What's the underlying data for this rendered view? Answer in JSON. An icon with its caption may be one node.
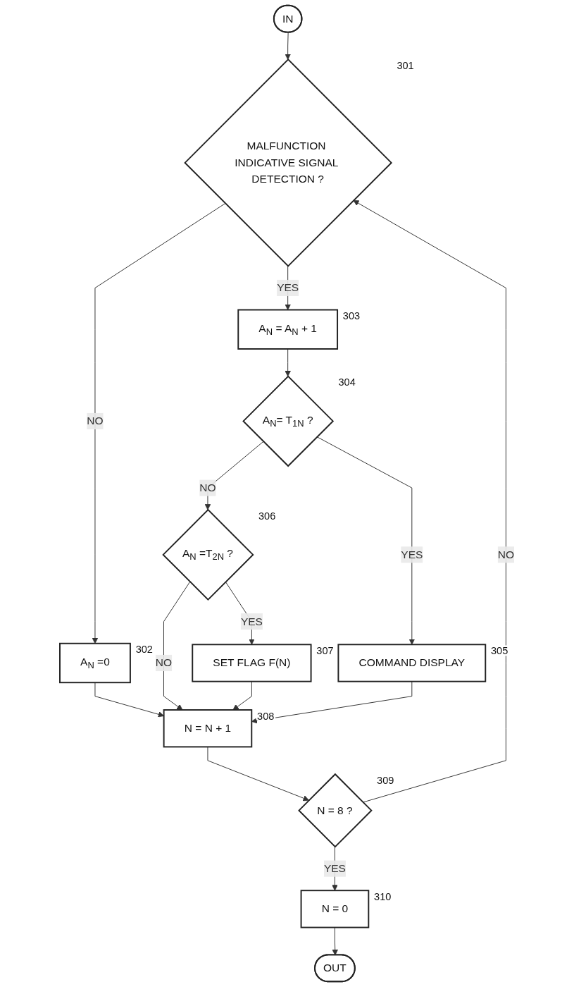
{
  "diagram": {
    "nodes": [
      {
        "text": [
          "IN"
        ]
      },
      {
        "text": [
          "MALFUNCTION INDICATIVE SIGNAL DETECTION ?"
        ],
        "beside": [
          "301"
        ]
      },
      {
        "text": [
          "A$_{N}$ =0"
        ],
        "beside": [
          "302"
        ]
      },
      {
        "text": [
          "A$_{N}$ = A$_{N}$ + 1"
        ],
        "beside": [
          "303"
        ]
      },
      {
        "text": [
          "A$_{N}$= T$_{1N}$ ?"
        ],
        "beside": [
          "304"
        ]
      },
      {
        "text": [
          "COMMAND DISPLAY"
        ],
        "beside": [
          "305"
        ]
      },
      {
        "text": [
          "A$_{N}$ =T$_{2N}$ ?"
        ],
        "beside": [
          "306"
        ]
      },
      {
        "text": [
          "SET FLAG F(N)"
        ],
        "beside": [
          "307"
        ]
      },
      {
        "text": [
          "N = N + 1"
        ],
        "beside": [
          "308"
        ]
      },
      {
        "text": [
          "N = 8 ?"
        ],
        "beside": [
          "309"
        ]
      },
      {
        "text": [
          "N = 0"
        ],
        "beside": [
          "310"
        ]
      },
      {
        "text": [
          "OUT"
        ]
      }
    ],
    "edges": [
      {
        "from": 0,
        "to": 1,
        "arrow": "to"
      },
      {
        "from": 1,
        "to": 2,
        "label": "NO",
        "arrow": "to"
      },
      {
        "from": 1,
        "to": 3,
        "label": "YES",
        "arrow": "to"
      },
      {
        "from": 3,
        "to": 4,
        "arrow": "to"
      },
      {
        "from": 4,
        "to": 6,
        "label": "NO",
        "arrow": "to"
      },
      {
        "from": 4,
        "to": 5,
        "label": "YES",
        "arrow": "to"
      },
      {
        "from": 5,
        "to": 8,
        "arrow": "to"
      },
      {
        "from": 2,
        "to": 8,
        "arrow": "to"
      },
      {
        "from": 6,
        "to": 8,
        "label": "NO",
        "arrow": "to"
      },
      {
        "from": 6,
        "to": 7,
        "label": "YES",
        "arrow": "to"
      },
      {
        "from": 7,
        "to": 8,
        "arrow": "to"
      },
      {
        "from": 8,
        "to": 9,
        "arrow": "to"
      },
      {
        "from": 9,
        "to": 1,
        "label": "NO",
        "arrow": "to"
      },
      {
        "from": 9,
        "to": 10,
        "label": "YES",
        "arrow": "to"
      },
      {
        "from": 10,
        "to": 11,
        "arrow": "to"
      }
    ]
  }
}
